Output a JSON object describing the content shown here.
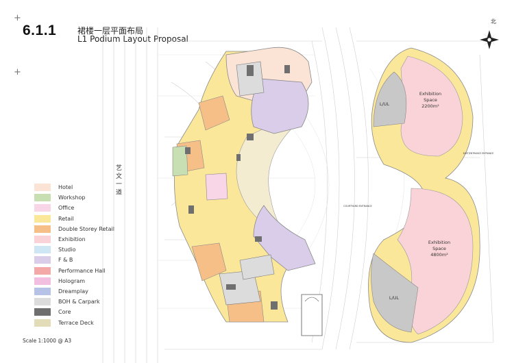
{
  "header": {
    "section_number": "6.1.1",
    "title_cn": "裙楼一层平面布局",
    "title_en": "L1 Podium Layout Proposal"
  },
  "legend": [
    {
      "label": "Hotel",
      "color": "#fbe3d6"
    },
    {
      "label": "Workshop",
      "color": "#c8dfb3"
    },
    {
      "label": "Office",
      "color": "#f8d6e8"
    },
    {
      "label": "Retail",
      "color": "#fbe79a"
    },
    {
      "label": "Double Storey Retail",
      "color": "#f6bf88"
    },
    {
      "label": "Exhibition",
      "color": "#f9d3d7"
    },
    {
      "label": "Studio",
      "color": "#cfe6f5"
    },
    {
      "label": "F & B",
      "color": "#d9cdea"
    },
    {
      "label": "Performance Hall",
      "color": "#f4a9a9"
    },
    {
      "label": "Hologram",
      "color": "#f2bfe0"
    },
    {
      "label": "Dreamplay",
      "color": "#b7c3e6"
    },
    {
      "label": "BOH & Carpark",
      "color": "#dcdcdc"
    },
    {
      "label": "Core",
      "color": "#6f6f6f"
    },
    {
      "label": "Terrace Deck",
      "color": "#e3dcb8"
    }
  ],
  "plan_labels": {
    "exhibition_north_name": "Exhibition",
    "exhibition_north_area": "Space",
    "exhibition_north_size": "2200m²",
    "exhibition_south_name": "Exhibition",
    "exhibition_south_area": "Space",
    "exhibition_south_size": "4800m²",
    "lul_north": "L/UL",
    "lul_south": "L/UL",
    "courtyard_entrance": "COURTYARD ENTRANCE",
    "east_entrance": "EAST/ENTRANCE ENTRANCE",
    "road_cn": "艺 文 一 道",
    "north_cn": "北"
  },
  "footer": {
    "scale": "Scale  1:1000 @ A3"
  }
}
